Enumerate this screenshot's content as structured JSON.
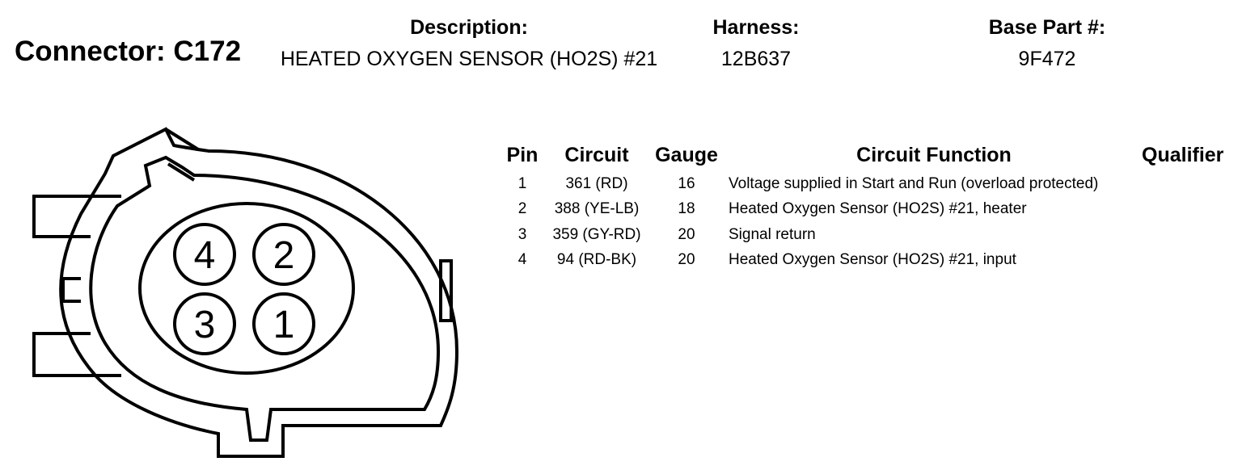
{
  "connector": {
    "title": "Connector: C172",
    "description_label": "Description:",
    "description_value": "HEATED OXYGEN SENSOR (HO2S) #21",
    "harness_label": "Harness:",
    "harness_value": "12B637",
    "base_part_label": "Base Part #:",
    "base_part_value": "9F472"
  },
  "diagram": {
    "pins": [
      "4",
      "2",
      "3",
      "1"
    ]
  },
  "table": {
    "headers": {
      "pin": "Pin",
      "circuit": "Circuit",
      "gauge": "Gauge",
      "function": "Circuit Function",
      "qualifier": "Qualifier"
    },
    "rows": [
      {
        "pin": "1",
        "circuit": "361 (RD)",
        "gauge": "16",
        "function": "Voltage supplied in Start and Run (overload protected)",
        "qualifier": ""
      },
      {
        "pin": "2",
        "circuit": "388 (YE-LB)",
        "gauge": "18",
        "function": "Heated Oxygen Sensor (HO2S) #21, heater",
        "qualifier": ""
      },
      {
        "pin": "3",
        "circuit": "359 (GY-RD)",
        "gauge": "20",
        "function": "Signal return",
        "qualifier": ""
      },
      {
        "pin": "4",
        "circuit": "94 (RD-BK)",
        "gauge": "20",
        "function": "Heated Oxygen Sensor (HO2S) #21, input",
        "qualifier": ""
      }
    ]
  }
}
